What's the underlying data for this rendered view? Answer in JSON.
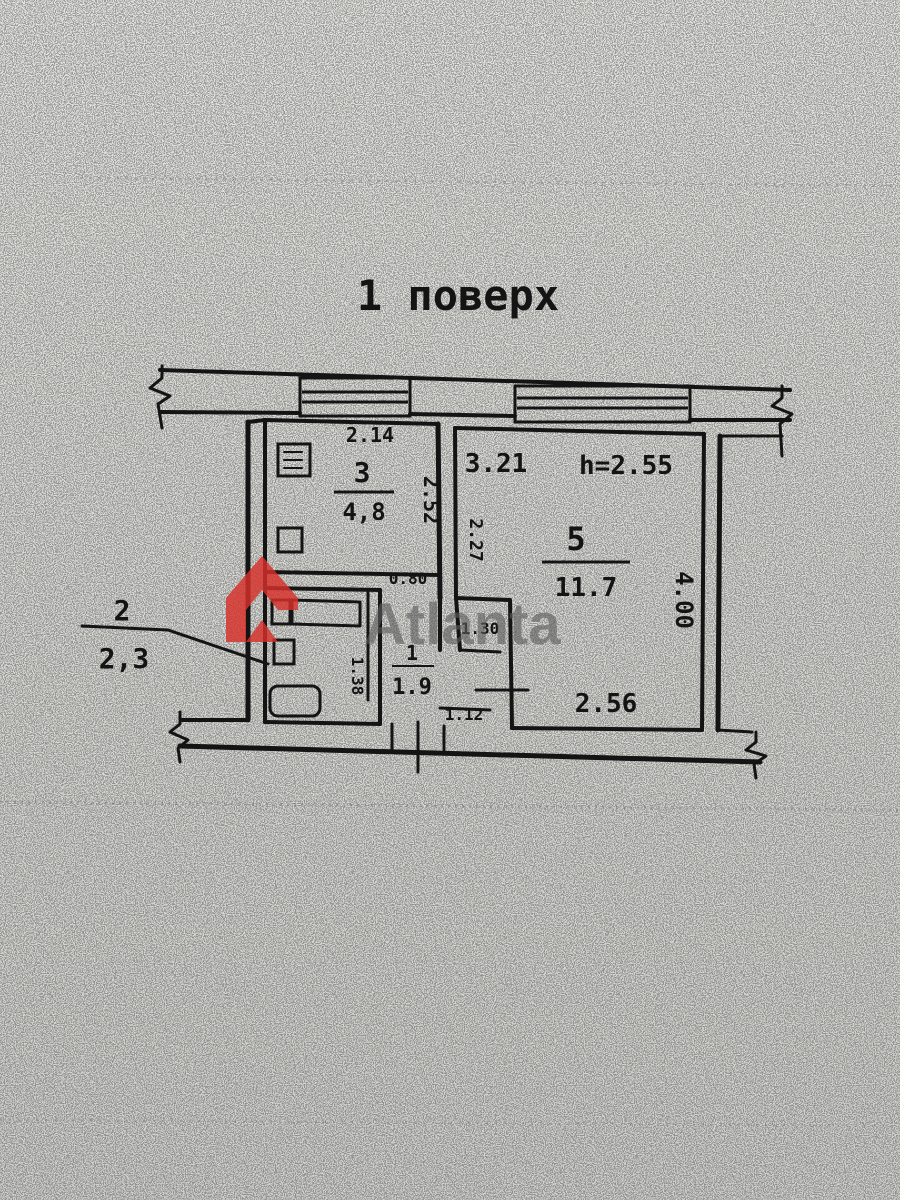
{
  "floor_title": "1 поверх",
  "watermark": {
    "brand": "Atlanta",
    "color": "#d8302a"
  },
  "rooms": [
    {
      "id": "3",
      "number": "3",
      "area": "4,8",
      "width": "2.14",
      "side": "2.52"
    },
    {
      "id": "5",
      "number": "5",
      "area": "11.7",
      "width_top": "3.21",
      "height": "h=2.55",
      "side": "4.00",
      "width_bottom": "2.56",
      "left_side": "2.27"
    },
    {
      "id": "2",
      "number": "2",
      "area": "2,3"
    },
    {
      "id": "1",
      "number": "1",
      "area": "1.9"
    }
  ],
  "dims": {
    "d080": "0.80",
    "d112": "1.12",
    "d130": "1.30",
    "d1_38": "1.38"
  },
  "colors": {
    "ink": "#141414",
    "paper": "#e2e2de"
  }
}
